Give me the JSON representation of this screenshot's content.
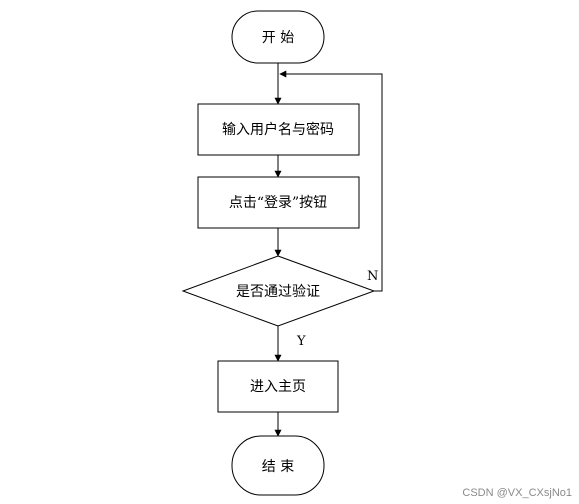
{
  "nodes": {
    "start": "开 始",
    "input": "输入用户名与密码",
    "click": "点击“登录”按钮",
    "decision": "是否通过验证",
    "enter": "进入主页",
    "end": "结 束"
  },
  "edges": {
    "no": "N",
    "yes": "Y"
  },
  "watermark": "CSDN @VX_CXsjNo1"
}
